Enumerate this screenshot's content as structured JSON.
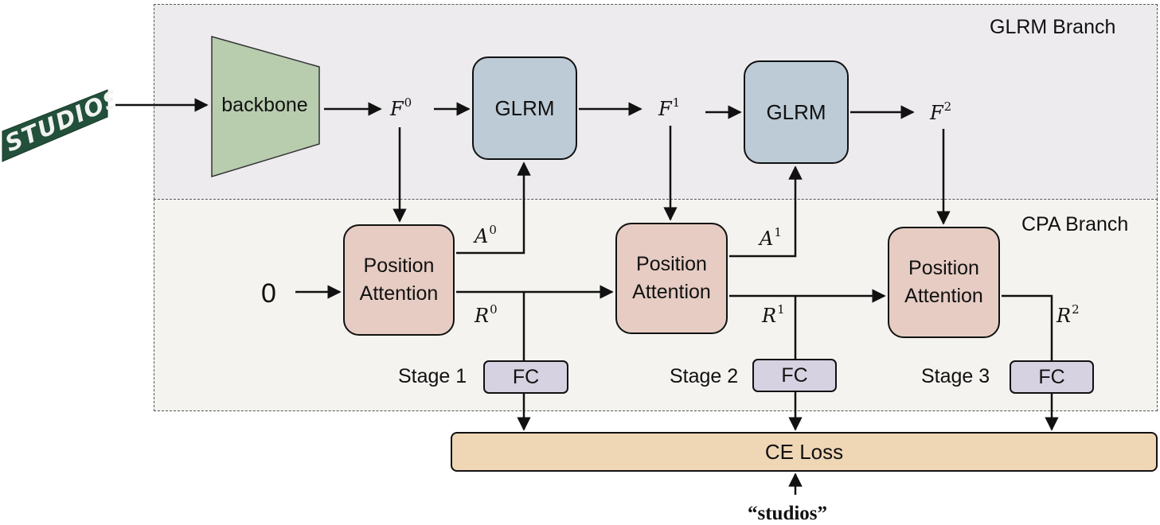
{
  "input_image": {
    "text": "STUDIOS"
  },
  "branches": {
    "glrm": "GLRM Branch",
    "cpa": "CPA Branch"
  },
  "backbone": {
    "label": "backbone"
  },
  "features": [
    {
      "symbol": "F",
      "index": "0"
    },
    {
      "symbol": "F",
      "index": "1"
    },
    {
      "symbol": "F",
      "index": "2"
    }
  ],
  "glrm_blocks": [
    "GLRM",
    "GLRM"
  ],
  "initial_input": "0",
  "position_attention": [
    "Position\nAttention",
    "Position\nAttention",
    "Position\nAttention"
  ],
  "attention_maps": [
    {
      "symbol": "A",
      "index": "0"
    },
    {
      "symbol": "A",
      "index": "1"
    }
  ],
  "readouts": [
    {
      "symbol": "R",
      "index": "0"
    },
    {
      "symbol": "R",
      "index": "1"
    },
    {
      "symbol": "R",
      "index": "2"
    }
  ],
  "stages": [
    "Stage 1",
    "Stage 2",
    "Stage 3"
  ],
  "fc_label": "FC",
  "loss": "CE Loss",
  "target": "“studios”",
  "colors": {
    "glrm_region": "#edebee",
    "cpa_region": "#f4f3ef",
    "backbone": "#b8ccae",
    "glrm_block": "#bccbd6",
    "position_attention": "#e6ccc3",
    "fc": "#d6d2e1",
    "ce_loss": "#efd6b5",
    "sign": "#22503a"
  }
}
